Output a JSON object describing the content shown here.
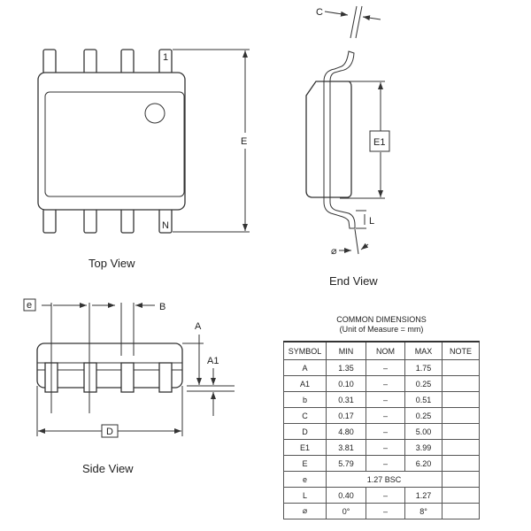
{
  "views": {
    "top": {
      "caption": "Top View",
      "pin_first": "1",
      "pin_last": "N",
      "dim": "E"
    },
    "end": {
      "caption": "End View",
      "dim_c": "C",
      "dim_e1": "E1",
      "dim_l": "L",
      "dim_angle": "⌀"
    },
    "side": {
      "caption": "Side View",
      "dim_e": "e",
      "dim_b": "B",
      "dim_a": "A",
      "dim_a1": "A1",
      "dim_d": "D"
    }
  },
  "table": {
    "title": "COMMON DIMENSIONS",
    "subtitle": "(Unit of Measure = mm)",
    "headers": [
      "SYMBOL",
      "MIN",
      "NOM",
      "MAX",
      "NOTE"
    ],
    "rows": [
      {
        "symbol": "A",
        "min": "1.35",
        "nom": "–",
        "max": "1.75",
        "note": ""
      },
      {
        "symbol": "A1",
        "min": "0.10",
        "nom": "–",
        "max": "0.25",
        "note": ""
      },
      {
        "symbol": "b",
        "min": "0.31",
        "nom": "–",
        "max": "0.51",
        "note": ""
      },
      {
        "symbol": "C",
        "min": "0.17",
        "nom": "–",
        "max": "0.25",
        "note": ""
      },
      {
        "symbol": "D",
        "min": "4.80",
        "nom": "–",
        "max": "5.00",
        "note": ""
      },
      {
        "symbol": "E1",
        "min": "3.81",
        "nom": "–",
        "max": "3.99",
        "note": ""
      },
      {
        "symbol": "E",
        "min": "5.79",
        "nom": "–",
        "max": "6.20",
        "note": ""
      },
      {
        "symbol": "L",
        "min": "0.40",
        "nom": "–",
        "max": "1.27",
        "note": ""
      },
      {
        "symbol": "⌀",
        "min": "0°",
        "nom": "–",
        "max": "8°",
        "note": ""
      }
    ],
    "e_row": {
      "symbol": "e",
      "value": "1.27 BSC",
      "note": ""
    }
  }
}
